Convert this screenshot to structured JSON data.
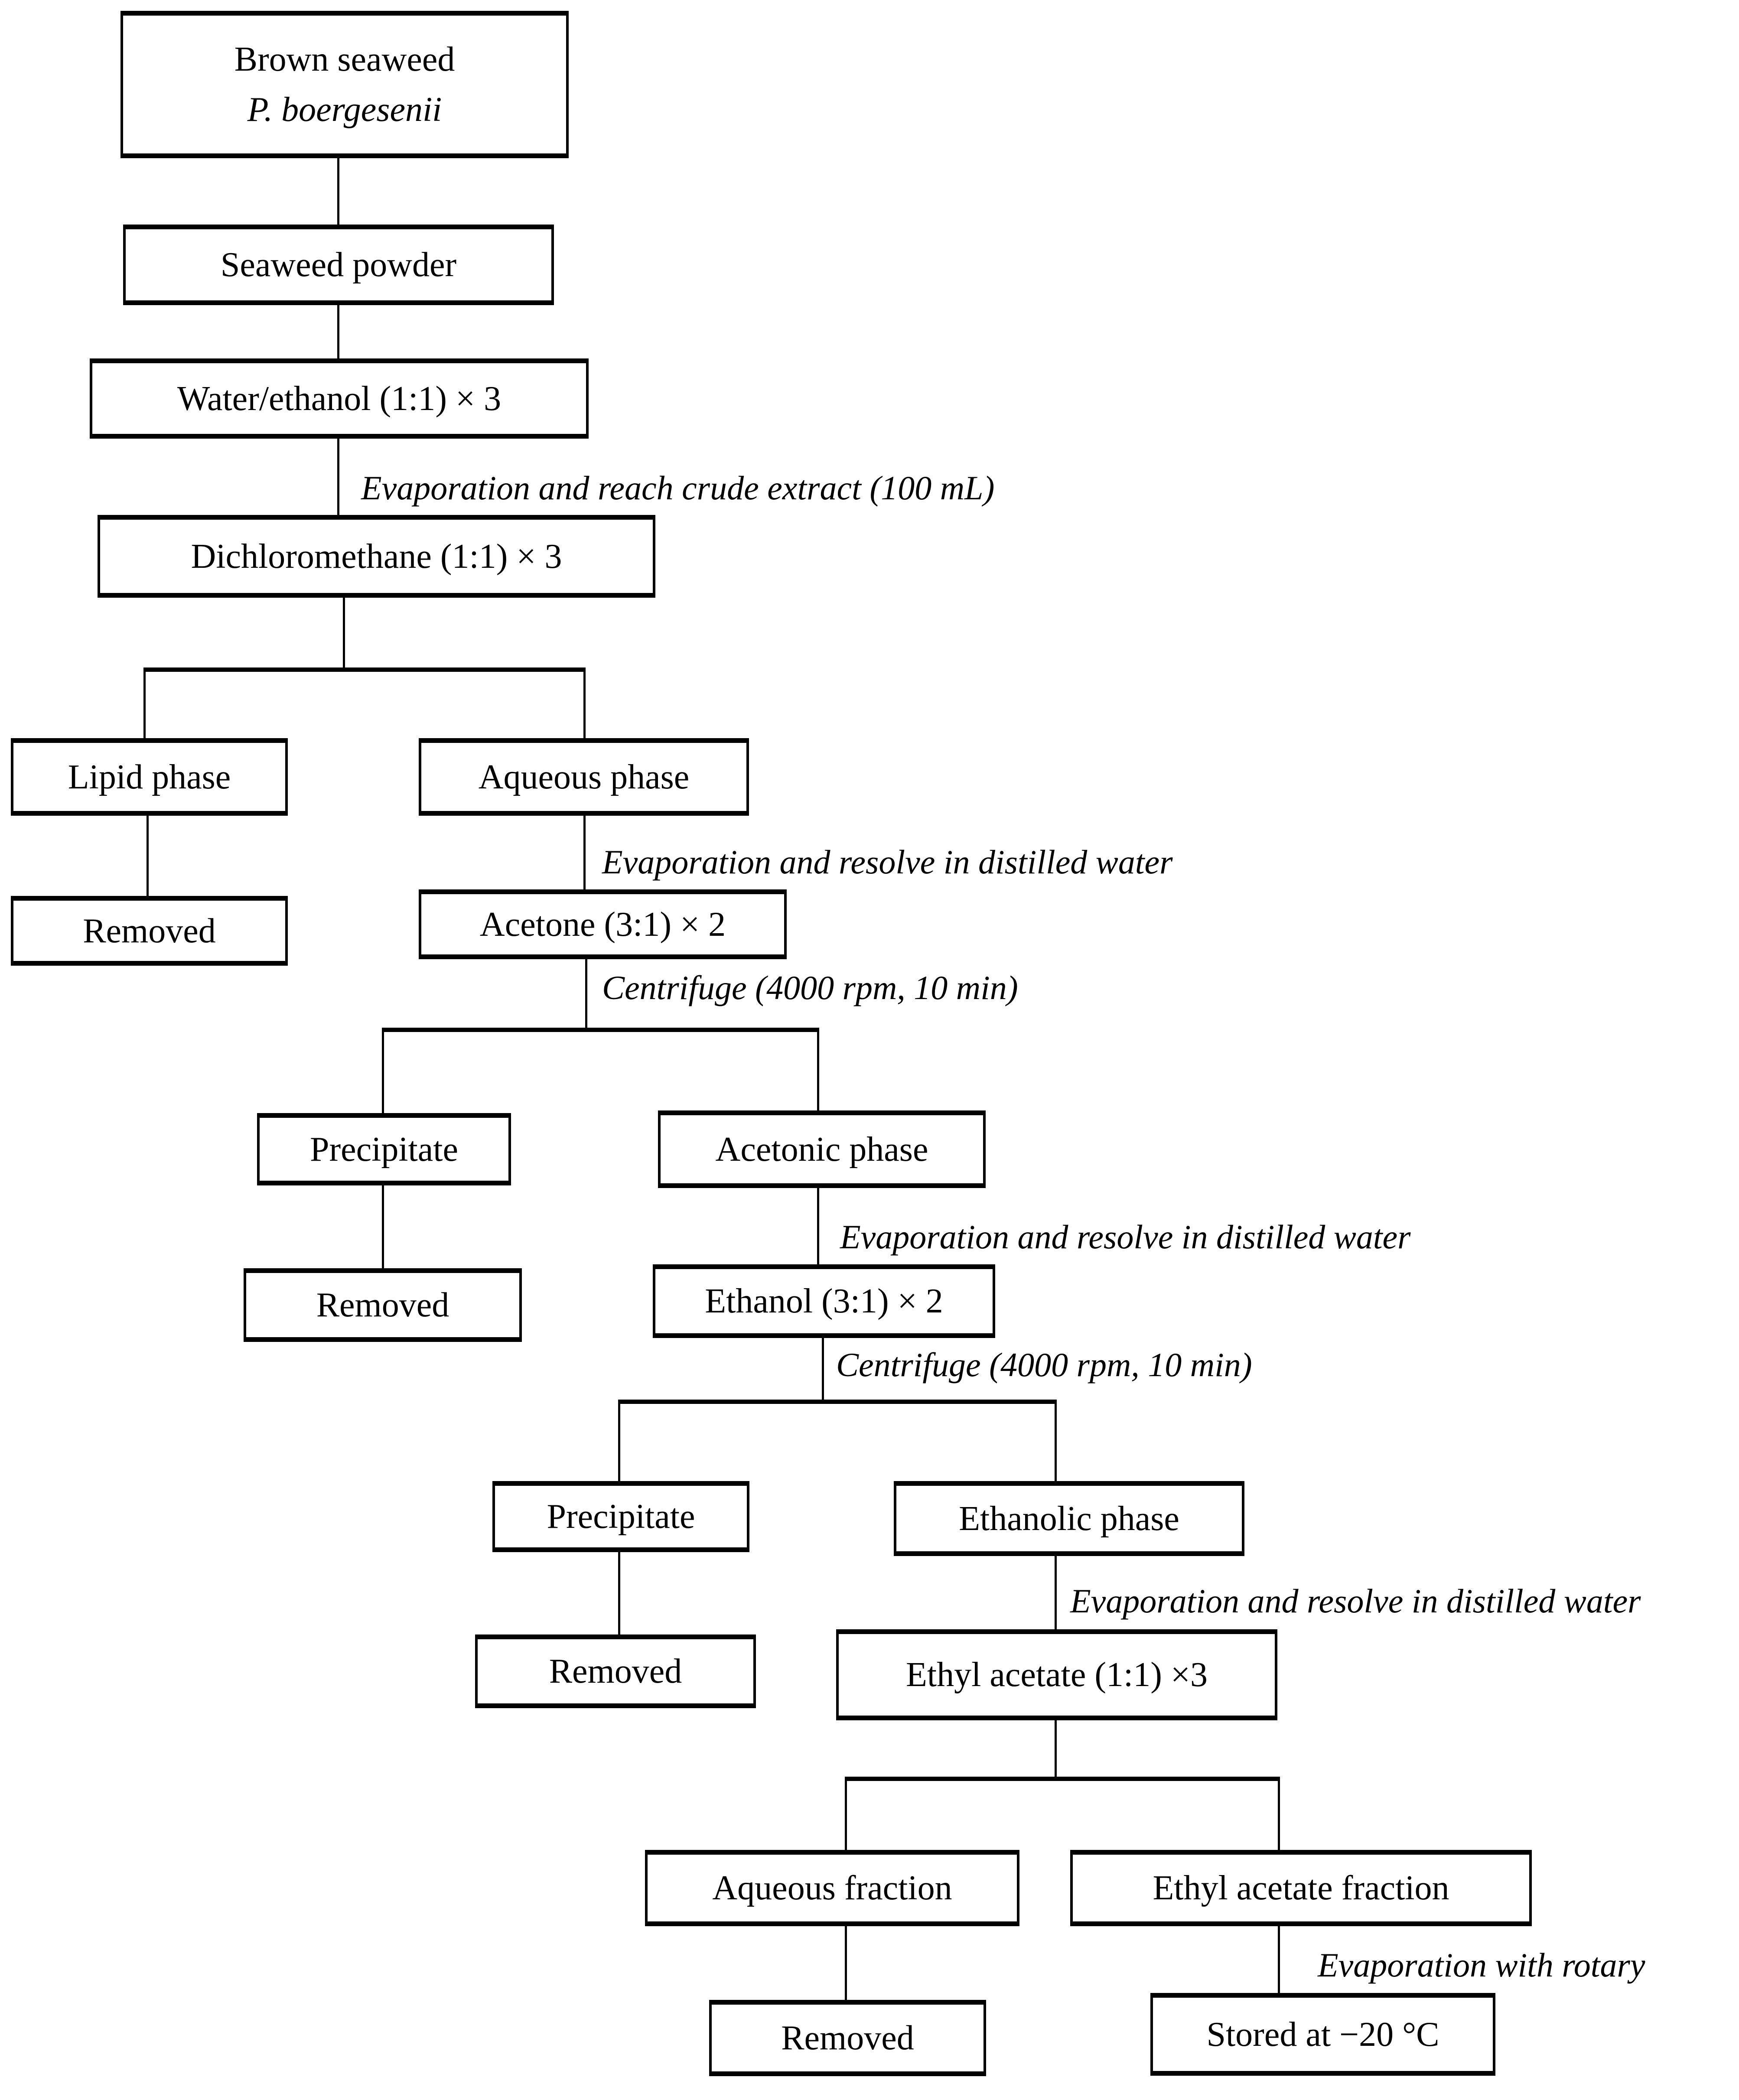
{
  "colors": {
    "ink": "#000000",
    "background": "#ffffff"
  },
  "flowchart": {
    "nodes": {
      "brown_seaweed": {
        "title": "Brown seaweed",
        "subtitle": "P. boergesenii"
      },
      "seaweed_powder": {
        "label": "Seaweed powder"
      },
      "water_ethanol": {
        "label": "Water/ethanol (1:1) × 3"
      },
      "dichloromethane": {
        "label": "Dichloromethane (1:1) × 3"
      },
      "lipid_phase": {
        "label": "Lipid phase"
      },
      "aqueous_phase": {
        "label": "Aqueous phase"
      },
      "removed_lipid": {
        "label": "Removed"
      },
      "acetone": {
        "label": "Acetone (3:1) × 2"
      },
      "precipitate_acetone": {
        "label": "Precipitate"
      },
      "acetonic_phase": {
        "label": "Acetonic phase"
      },
      "removed_precipitate_acetone": {
        "label": "Removed"
      },
      "ethanol": {
        "label": "Ethanol (3:1) × 2"
      },
      "precipitate_ethanol": {
        "label": "Precipitate"
      },
      "ethanolic_phase": {
        "label": "Ethanolic phase"
      },
      "removed_precipitate_ethanol": {
        "label": "Removed"
      },
      "ethyl_acetate": {
        "label": "Ethyl acetate (1:1) ×3"
      },
      "aqueous_fraction": {
        "label": "Aqueous fraction"
      },
      "ethyl_acetate_fraction": {
        "label": "Ethyl acetate fraction"
      },
      "removed_aqueous_fraction": {
        "label": "Removed"
      },
      "stored": {
        "label": "Stored at −20 °C"
      }
    },
    "edge_labels": {
      "evaporation_crude_extract": "Evaporation and reach crude extract (100 mL)",
      "evaporation_distilled_water_1": "Evaporation and resolve in distilled water",
      "centrifuge_1": "Centrifuge (4000 rpm, 10 min)",
      "evaporation_distilled_water_2": "Evaporation and resolve in distilled water",
      "centrifuge_2": "Centrifuge (4000 rpm, 10 min)",
      "evaporation_distilled_water_3": "Evaporation and resolve in distilled water",
      "evaporation_rotary": "Evaporation with rotary"
    }
  }
}
